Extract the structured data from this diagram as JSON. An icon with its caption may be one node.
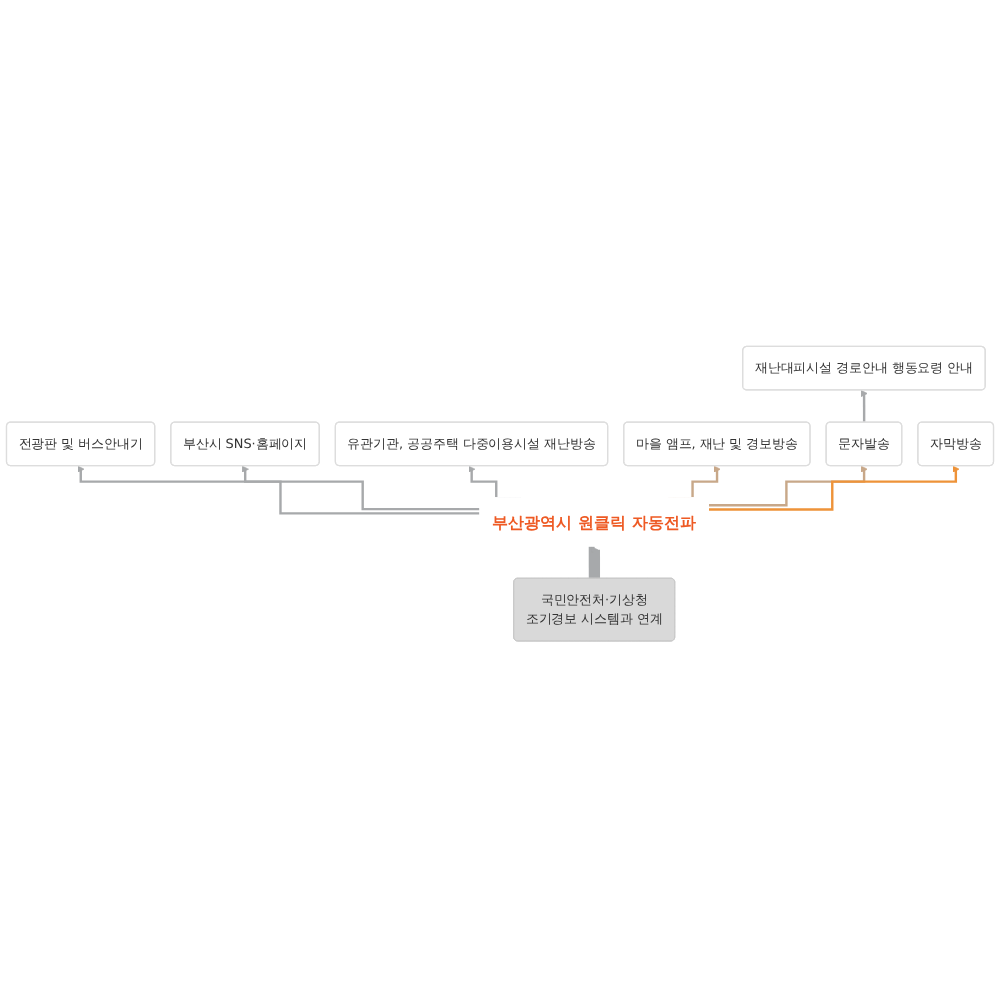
{
  "diagram": {
    "nodes": [
      {
        "text": [
          "전광판 및 버스안내기"
        ]
      },
      {
        "text": [
          "부산시 SNS·홈페이지"
        ]
      },
      {
        "text": [
          "유관기관, 공공주택 다중이용시설 재난방송"
        ]
      },
      {
        "text": [
          "재난대피시설 경로안내 행동요령 안내"
        ]
      },
      {
        "text": [
          "마을 앰프, 재난 및 경보방송"
        ]
      },
      {
        "text": [
          "문자발송"
        ]
      },
      {
        "text": [
          "자막방송"
        ]
      },
      {
        "text": [
          "부산광역시 원클릭 자동전파"
        ]
      },
      {
        "text": [
          "국민안전처·기상청",
          "조기경보 시스템과 연계"
        ]
      }
    ],
    "edges": [
      {
        "from": 7,
        "to": 0,
        "arrow": "to"
      },
      {
        "from": 7,
        "to": 1,
        "arrow": "to"
      },
      {
        "from": 7,
        "to": 2,
        "arrow": "to"
      },
      {
        "from": 7,
        "to": 4,
        "arrow": "to",
        "color": "#c8a889"
      },
      {
        "from": 7,
        "to": 5,
        "arrow": "to",
        "color": "#c8a889"
      },
      {
        "from": 7,
        "to": 6,
        "arrow": "to",
        "color": "#ee9339"
      },
      {
        "from": 5,
        "to": 3,
        "arrow": "to"
      },
      {
        "from": 8,
        "to": 7,
        "arrow": "to",
        "style": "thick"
      }
    ]
  }
}
